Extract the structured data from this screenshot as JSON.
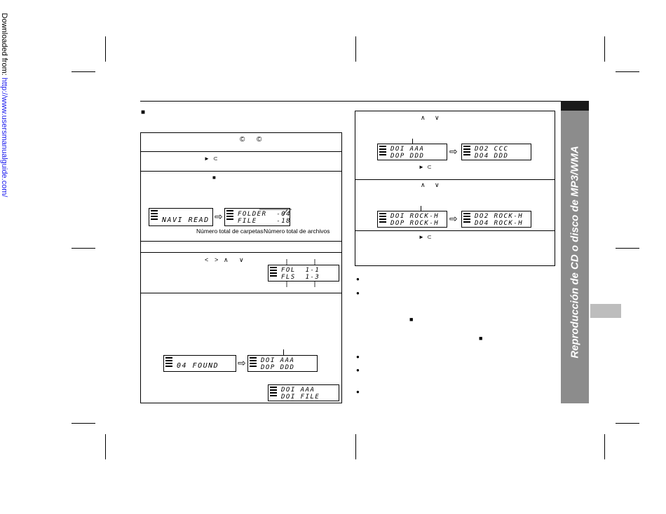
{
  "side_watermark": {
    "prefix": "Downloaded from: ",
    "url": "http://www.usersmanualguide.com/"
  },
  "sidebar": {
    "title": "Reproducción de CD o disco de MP3/WMA"
  },
  "lcd": {
    "navi_read": "NAVI READ",
    "folder": "FOLDER  -04-",
    "file": "FILE    -18-",
    "fol_line1": "FOL  1-1",
    "fol_line2": "FLS  1-3",
    "found": "04 FOUND",
    "dir_aaa": "DOI AAA",
    "dir_ddd": "DOP DDD",
    "dir_ccc": "DO2 CCC",
    "dir_ddd2": "DO4 DDD",
    "rock_h1": "DOI ROCK-H",
    "rock_h2": "DOP ROCK-H",
    "rock_h3": "DO2 ROCK-H",
    "rock_h4": "DO4 ROCK-H",
    "aaa2": "DOI AAA",
    "nofile": "DOI FILE"
  },
  "captions": {
    "folders_total": "Número total de carpetas",
    "files_total": "Número total de archivos"
  },
  "symbols": {
    "stop": "■",
    "play": "►",
    "repeat": "⊂",
    "left": "<",
    "right": ">",
    "up": "∧",
    "down": "∨",
    "arrow_right": "⇨",
    "disc": "©",
    "bullet": "●"
  }
}
